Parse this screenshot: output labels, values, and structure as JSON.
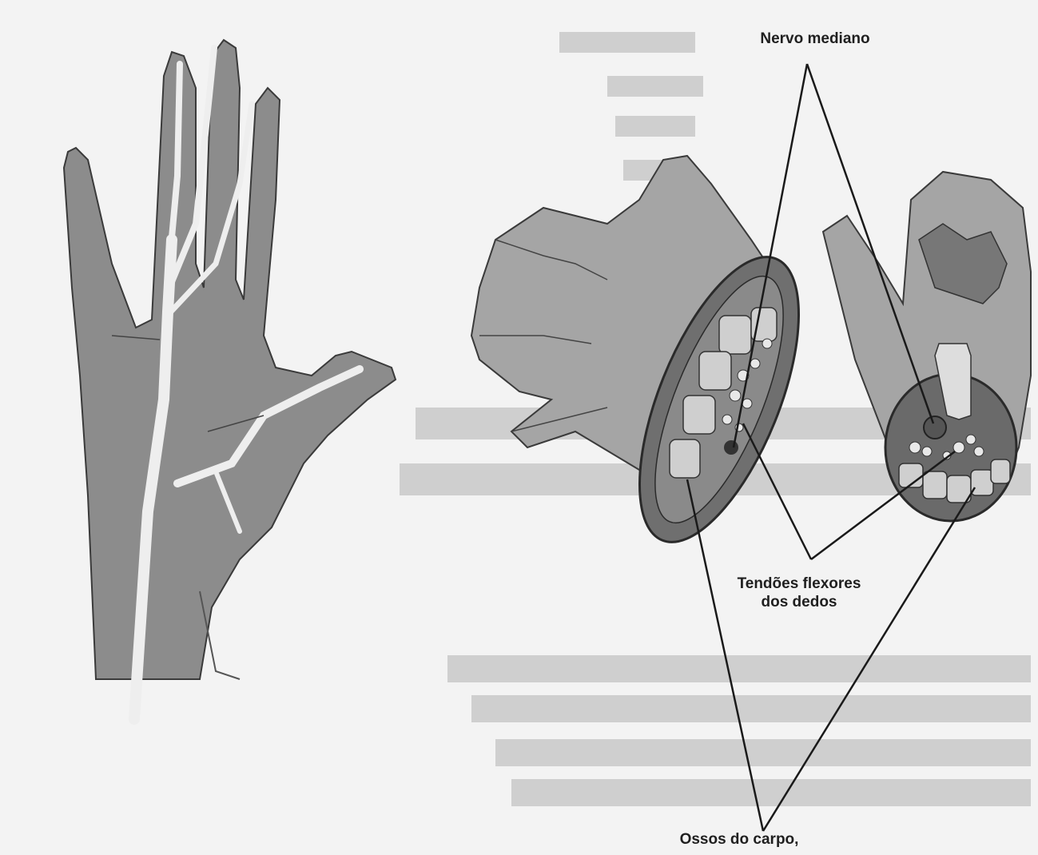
{
  "labels": {
    "nervo_mediano": "Nervo mediano",
    "tendoes_line1": "Tendões flexores",
    "tendoes_line2": "dos dedos",
    "ossos_do_carpo": "Ossos do carpo,"
  }
}
